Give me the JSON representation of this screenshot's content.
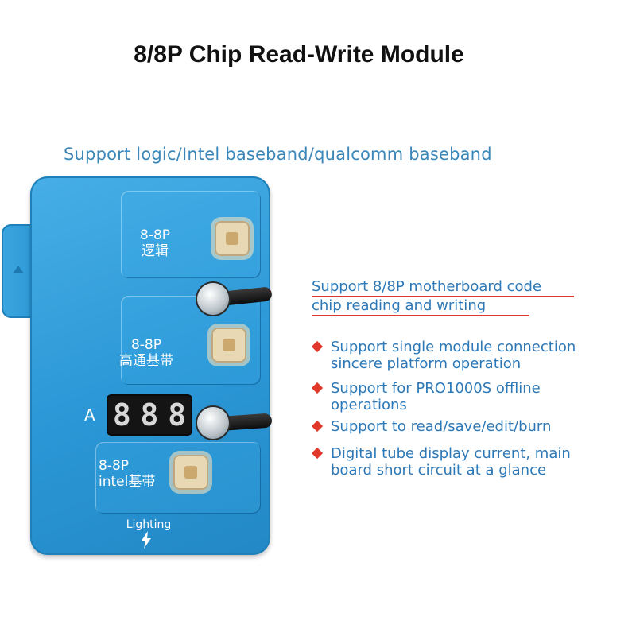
{
  "title": "8/8P Chip Read-Write Module",
  "subtitle": "Support logic/Intel baseband/qualcomm baseband",
  "device": {
    "label_logic_model": "8-8P",
    "label_logic_cn": "逻辑",
    "label_qualcomm_model": "8-8P",
    "label_qualcomm_cn": "高通基带",
    "label_intel_model": "8-8P",
    "label_intel_cn": "intel基带",
    "channel_letter": "A",
    "display_digits": [
      "8",
      "8",
      "8"
    ],
    "lighting_label": "Lighting"
  },
  "headline": {
    "line1": "Support 8/8P motherboard code",
    "line2": "chip reading and writing"
  },
  "features": [
    {
      "line1": "Support single module connection",
      "line2": "sincere platform operation"
    },
    {
      "line1": "Support for PRO1000S offline",
      "line2": "operations"
    },
    {
      "line1": "Support to read/save/edit/burn",
      "line2": ""
    },
    {
      "line1": "Digital tube display current, main",
      "line2": "board short circuit at a glance"
    }
  ],
  "colors": {
    "board_blue": "#2b97d6",
    "text_blue": "#2d78b6",
    "accent_red": "#e0392c"
  }
}
